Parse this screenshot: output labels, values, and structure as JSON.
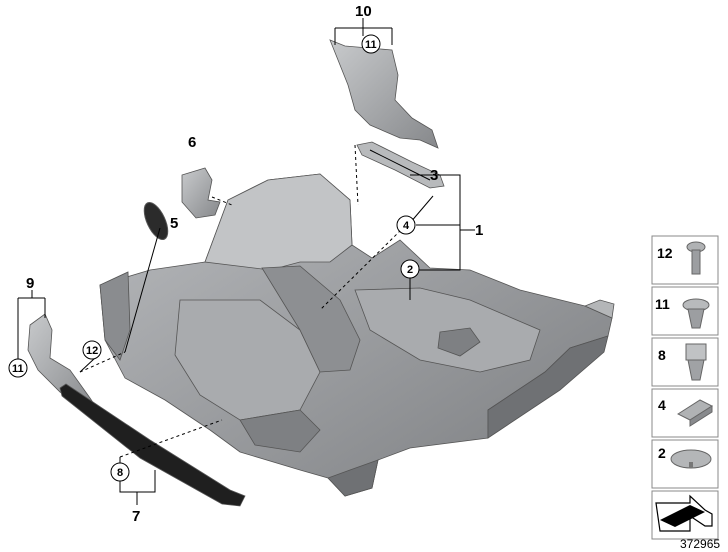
{
  "callouts": {
    "c1": "1",
    "c2": "2",
    "c3": "3",
    "c4": "4",
    "c5": "5",
    "c6": "6",
    "c7": "7",
    "c8": "8",
    "c9": "9",
    "c10": "10",
    "c11_top": "11",
    "c11_left": "11",
    "c12": "12"
  },
  "legend": [
    {
      "num": "12",
      "icon": "screw-icon"
    },
    {
      "num": "11",
      "icon": "expanding-rivet-icon"
    },
    {
      "num": "8",
      "icon": "clip-nut-icon"
    },
    {
      "num": "4",
      "icon": "clip-icon"
    },
    {
      "num": "2",
      "icon": "round-plug-icon"
    },
    {
      "num": "",
      "icon": "direction-arrow-icon"
    }
  ],
  "image_reference": "372965",
  "colors": {
    "part_fill": "#9a9c9f",
    "part_dark": "#6f7174",
    "part_light": "#c4c6c8"
  }
}
